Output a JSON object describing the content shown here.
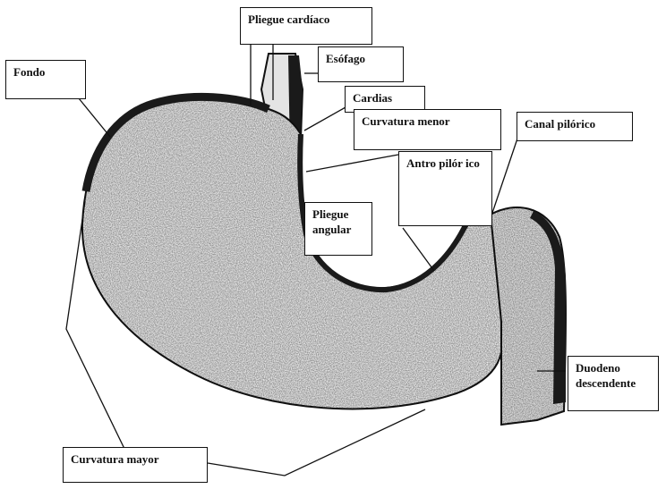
{
  "labels": {
    "pliegue_cardiaco": "Pliegue cardíaco",
    "esofago": "Esófago",
    "cardias": "Cardias",
    "fondo": "Fondo",
    "curvatura_menor": "Curvatura menor",
    "canal_pilorico": "Canal pilórico",
    "antro_pilorico": "Antro pilór ico",
    "pliegue_angular": "Pliegue angular",
    "duodeno_descendente": "Duodeno descendente",
    "curvatura_mayor": "Curvatura mayor"
  },
  "colors": {
    "ink": "#111111",
    "stomach_fill": "#ececec",
    "stomach_shadow": "#1a1a1a"
  }
}
